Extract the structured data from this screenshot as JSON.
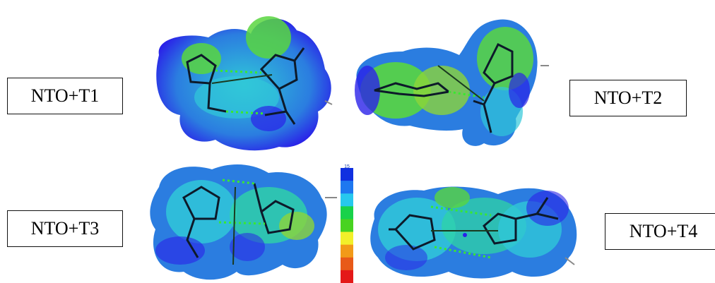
{
  "labels": {
    "t1": "NTO+T1",
    "t2": "NTO+T2",
    "t3": "NTO+T3",
    "t4": "NTO+T4"
  },
  "scale": {
    "max_label": "15",
    "colors": [
      "#1030e0",
      "#1e78f0",
      "#27c8ee",
      "#18d24a",
      "#48d320",
      "#f2f02a",
      "#f29a18",
      "#e85a18",
      "#e41818"
    ]
  },
  "surface_colors": {
    "deep_blue": "#2a22e8",
    "blue": "#2b7de0",
    "cyan": "#30c7d8",
    "teal": "#2fd4a6",
    "green": "#59d640",
    "yellow_green": "#8cd43a"
  }
}
